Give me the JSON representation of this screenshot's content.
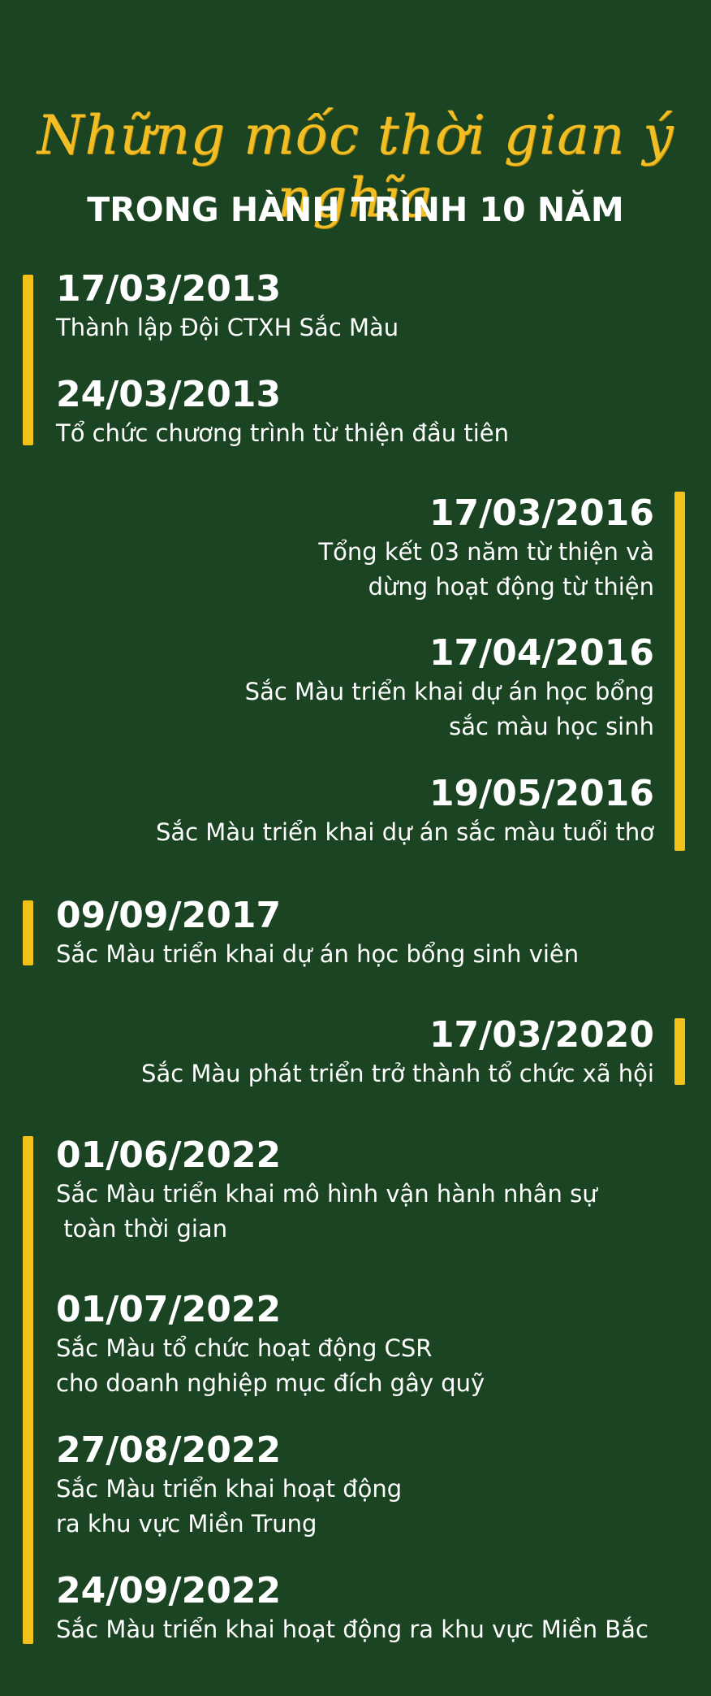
{
  "header": {
    "script_title": "Những mốc thời gian ý nghĩa",
    "main_title": "TRONG HÀNH TRÌNH 10 NĂM"
  },
  "colors": {
    "background": "#1b4422",
    "accent": "#f2c21a",
    "script": "#f2be26"
  },
  "milestones": [
    {
      "date": "17/03/2013",
      "desc": [
        "Thành lập Đội CTXH Sắc Màu"
      ]
    },
    {
      "date": "24/03/2013",
      "desc": [
        "Tổ chức chương trình từ thiện đầu tiên"
      ]
    },
    {
      "date": "17/03/2016",
      "desc": [
        "Tổng kết 03 năm từ thiện và",
        "dừng hoạt động từ thiện"
      ]
    },
    {
      "date": "17/04/2016",
      "desc": [
        "Sắc Màu triển khai dự án học bổng",
        "sắc màu học sinh"
      ]
    },
    {
      "date": "19/05/2016",
      "desc": [
        "Sắc Màu triển khai dự án sắc màu tuổi thơ"
      ]
    },
    {
      "date": "09/09/2017",
      "desc": [
        "Sắc Màu triển khai dự án học bổng sinh viên"
      ]
    },
    {
      "date": "17/03/2020",
      "desc": [
        "Sắc Màu phát triển trở thành tổ chức xã hội"
      ]
    },
    {
      "date": "01/06/2022",
      "desc": [
        "Sắc Màu triển khai mô hình vận hành nhân sự",
        " toàn thời gian"
      ]
    },
    {
      "date": "01/07/2022",
      "desc": [
        "Sắc Màu tổ chức hoạt động CSR",
        "cho doanh nghiệp mục đích gây quỹ"
      ]
    },
    {
      "date": "27/08/2022",
      "desc": [
        "Sắc Màu triển khai hoạt động",
        "ra khu vực Miền Trung"
      ]
    },
    {
      "date": "24/09/2022",
      "desc": [
        "Sắc Màu triển khai hoạt động ra khu vực Miền Bắc"
      ]
    }
  ]
}
